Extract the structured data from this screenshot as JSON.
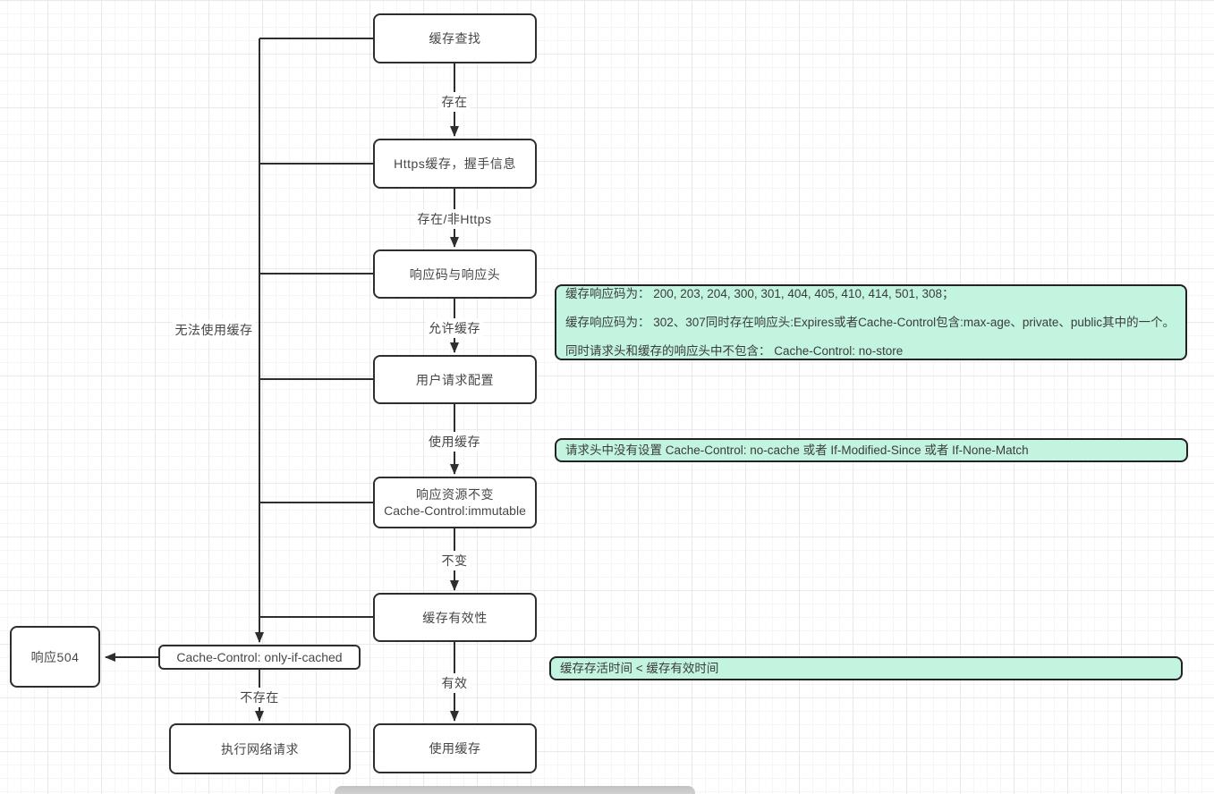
{
  "canvas": {
    "background": "#ffffff",
    "grid_minor_color": "#f5f5f5",
    "grid_major_color": "#e9e9e9"
  },
  "colors": {
    "node_border": "#2e2e2e",
    "node_fill": "#ffffff",
    "connector": "#2e2e2e",
    "annotation_fill": "#c2f4e0",
    "annotation_border": "#222222",
    "text": "#474747"
  },
  "nodes": [
    {
      "id": "cache-lookup",
      "label": "缓存查找"
    },
    {
      "id": "https-cache",
      "label": "Https缓存，握手信息"
    },
    {
      "id": "response-code-headers",
      "label": "响应码与响应头"
    },
    {
      "id": "user-request-config",
      "label": "用户请求配置"
    },
    {
      "id": "response-immutable",
      "label": "响应资源不变",
      "sublabel": "Cache-Control:immutable"
    },
    {
      "id": "cache-validity",
      "label": "缓存有效性"
    },
    {
      "id": "use-cache-final",
      "label": "使用缓存"
    },
    {
      "id": "response-504",
      "label": "响应504"
    },
    {
      "id": "only-if-cached",
      "label": "Cache-Control: only-if-cached"
    },
    {
      "id": "execute-network-request",
      "label": "执行网络请求"
    }
  ],
  "edge_labels": [
    {
      "id": "exists",
      "label": "存在"
    },
    {
      "id": "exists-non-https",
      "label": "存在/非Https"
    },
    {
      "id": "allow-cache",
      "label": "允许缓存"
    },
    {
      "id": "use-cache",
      "label": "使用缓存"
    },
    {
      "id": "unchanged",
      "label": "不变"
    },
    {
      "id": "valid",
      "label": "有效"
    },
    {
      "id": "cannot-use-cache",
      "label": "无法使用缓存"
    },
    {
      "id": "not-exists",
      "label": "不存在"
    }
  ],
  "annotations": [
    {
      "id": "cacheable-response-codes",
      "lines": [
        "缓存响应码为： 200, 203, 204, 300, 301, 404, 405, 410, 414, 501, 308；",
        "缓存响应码为： 302、307同时存在响应头:Expires或者Cache-Control包含:max-age、private、public其中的一个。",
        "同时请求头和缓存的响应头中不包含： Cache-Control: no-store"
      ]
    },
    {
      "id": "request-header-condition",
      "lines": [
        "请求头中没有设置 Cache-Control: no-cache 或者 If-Modified-Since 或者 If-None-Match"
      ]
    },
    {
      "id": "cache-ttl-condition",
      "lines": [
        "缓存存活时间 < 缓存有效时间"
      ]
    }
  ]
}
